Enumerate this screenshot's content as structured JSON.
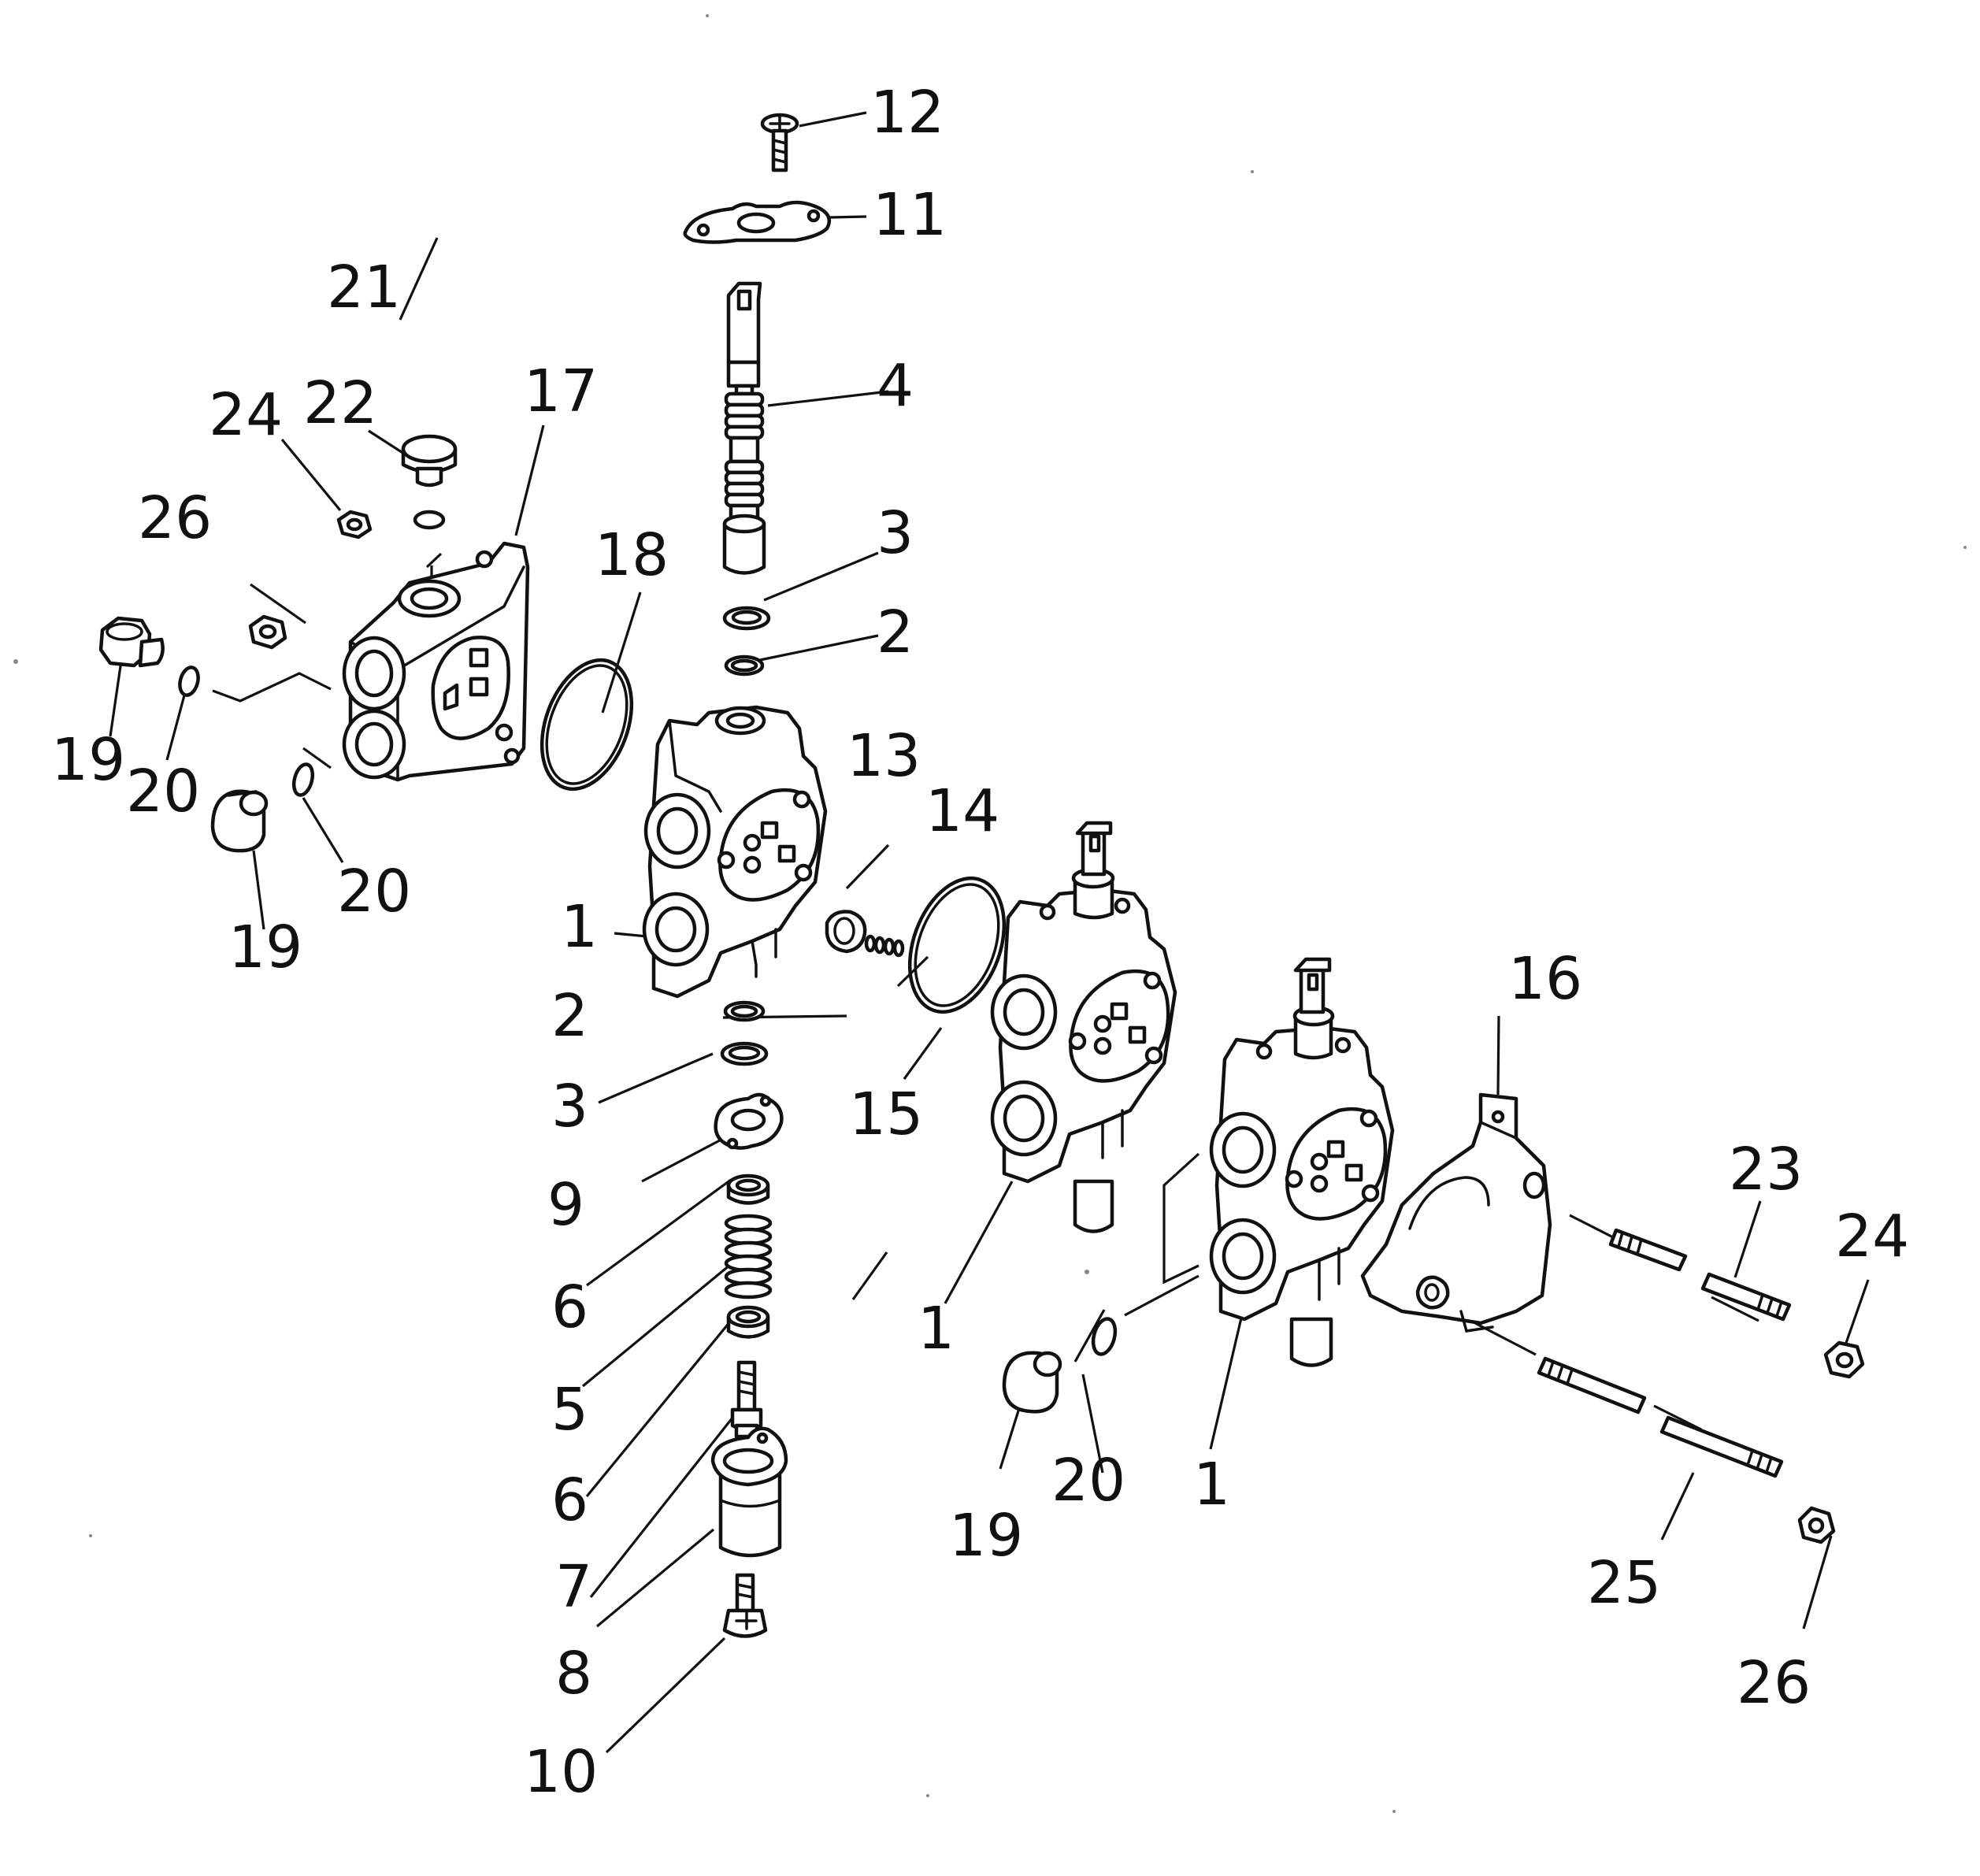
{
  "labels": [
    {
      "id": "l12",
      "text": "12"
    },
    {
      "id": "l11",
      "text": "11"
    },
    {
      "id": "l21",
      "text": "21"
    },
    {
      "id": "l4",
      "text": "4"
    },
    {
      "id": "l24a",
      "text": "24"
    },
    {
      "id": "l22",
      "text": "22"
    },
    {
      "id": "l17",
      "text": "17"
    },
    {
      "id": "l26a",
      "text": "26"
    },
    {
      "id": "l18",
      "text": "18"
    },
    {
      "id": "l3a",
      "text": "3"
    },
    {
      "id": "l2a",
      "text": "2"
    },
    {
      "id": "l19a",
      "text": "19"
    },
    {
      "id": "l20a",
      "text": "20"
    },
    {
      "id": "l13",
      "text": "13"
    },
    {
      "id": "l14",
      "text": "14"
    },
    {
      "id": "l20b",
      "text": "20"
    },
    {
      "id": "l19b",
      "text": "19"
    },
    {
      "id": "l1a",
      "text": "1"
    },
    {
      "id": "l2b",
      "text": "2"
    },
    {
      "id": "l16",
      "text": "16"
    },
    {
      "id": "l3b",
      "text": "3"
    },
    {
      "id": "l15",
      "text": "15"
    },
    {
      "id": "l9",
      "text": "9"
    },
    {
      "id": "l23",
      "text": "23"
    },
    {
      "id": "l24b",
      "text": "24"
    },
    {
      "id": "l6a",
      "text": "6"
    },
    {
      "id": "l1b",
      "text": "1"
    },
    {
      "id": "l5",
      "text": "5"
    },
    {
      "id": "l6b",
      "text": "6"
    },
    {
      "id": "l20c",
      "text": "20"
    },
    {
      "id": "l1c",
      "text": "1"
    },
    {
      "id": "l7",
      "text": "7"
    },
    {
      "id": "l19c",
      "text": "19"
    },
    {
      "id": "l25",
      "text": "25"
    },
    {
      "id": "l26b",
      "text": "26"
    },
    {
      "id": "l8",
      "text": "8"
    },
    {
      "id": "l10",
      "text": "10"
    }
  ]
}
